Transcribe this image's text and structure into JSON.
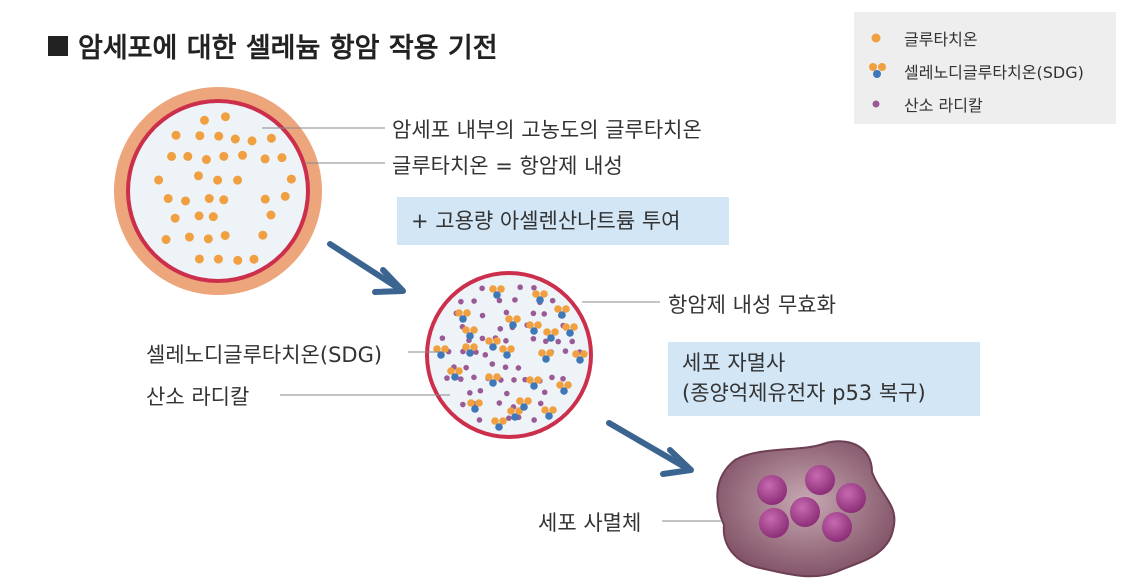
{
  "title": "암세포에 대한 셀레늄 항암 작용 기전",
  "legend": {
    "items": [
      {
        "label": "글루타치온",
        "icon": "glutathione-dot-icon"
      },
      {
        "label": "셀레노디글루타치온(SDG)",
        "icon": "sdg-molecule-icon"
      },
      {
        "label": "산소 라디칼",
        "icon": "oxygen-radical-dot-icon"
      }
    ]
  },
  "labels": {
    "high_glutathione": "암세포 내부의 고농도의 글루타치온",
    "resistance": "글루타치온 = 항암제 내성",
    "resistance_neutralized": "항암제 내성 무효화",
    "sdg": "셀레노디글루타치온(SDG)",
    "oxygen_radical": "산소 라디칼",
    "dead_cell": "세포 사멸체"
  },
  "callouts": {
    "dose": "+ 고용량 아셀렌산나트륨 투여",
    "apoptosis_line1": "세포 자멸사",
    "apoptosis_line2": "(종양억제유전자 p53 복구)"
  },
  "colors": {
    "glutathione": "#f0a040",
    "sdg_blue": "#3f78b8",
    "radical": "#9a5a96",
    "cell_border": "#cc2f4b",
    "cell_outer": "#eda57c",
    "cell_inner": "#eef3f8",
    "arrow": "#3b6590",
    "dead_cell": "#8a5c70",
    "nucleus": "#a8488f"
  }
}
